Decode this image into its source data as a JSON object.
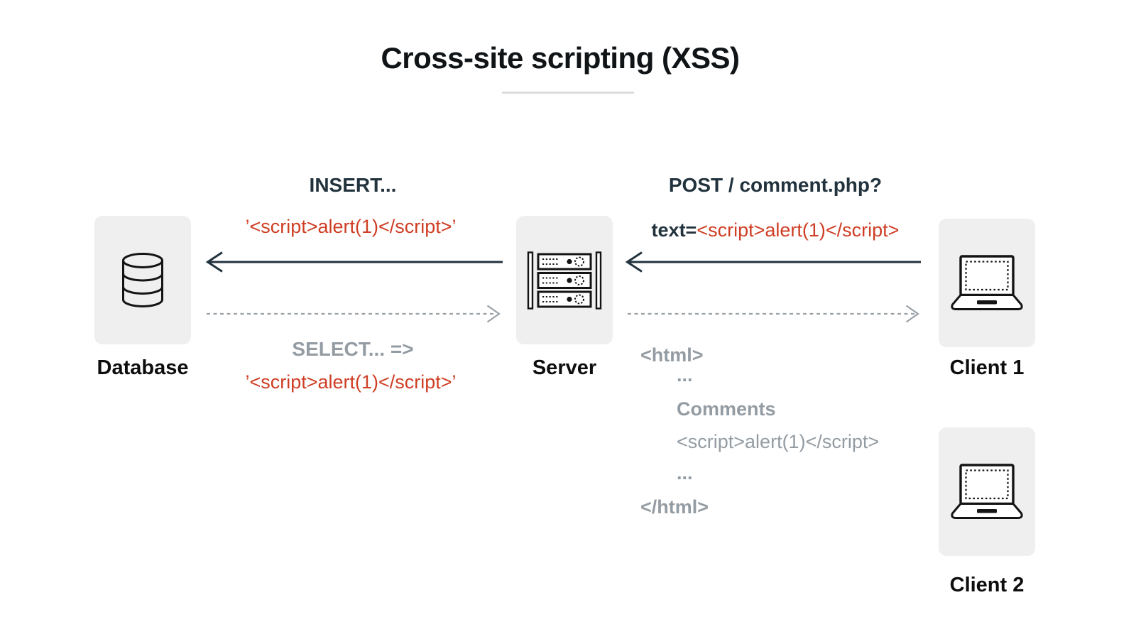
{
  "title": {
    "text": "Cross-site scripting (XSS)"
  },
  "entities": {
    "database": {
      "label": "Database"
    },
    "server": {
      "label": "Server"
    },
    "client1": {
      "label": "Client 1"
    },
    "client2": {
      "label": "Client 2"
    }
  },
  "db_flow": {
    "request_label": "INSERT...",
    "request_payload": "’<script>alert(1)</script>’",
    "response_label": "SELECT... =>",
    "response_payload": "’<script>alert(1)</script>’"
  },
  "client_flow": {
    "request_label": "POST / comment.php?",
    "request_param": "text=",
    "request_payload": "<script>alert(1)</script>",
    "response": {
      "html_open": "<html>",
      "dots_top": "...",
      "comments": "Comments",
      "payload": "<script>alert(1)</script>",
      "dots_bottom": "...",
      "html_close": "</html>"
    }
  },
  "icons": {
    "database": "database-cylinder-icon",
    "server": "server-rack-icon",
    "client": "laptop-icon"
  },
  "colors": {
    "payload_red": "#cf3e24",
    "label_dark": "#22333e",
    "scaffold_gray": "#949ca3",
    "card_bg": "#efefef",
    "underline": "#dcdcdc",
    "arrow_solid": "#22333e",
    "arrow_dashed": "#9aa1a7"
  }
}
